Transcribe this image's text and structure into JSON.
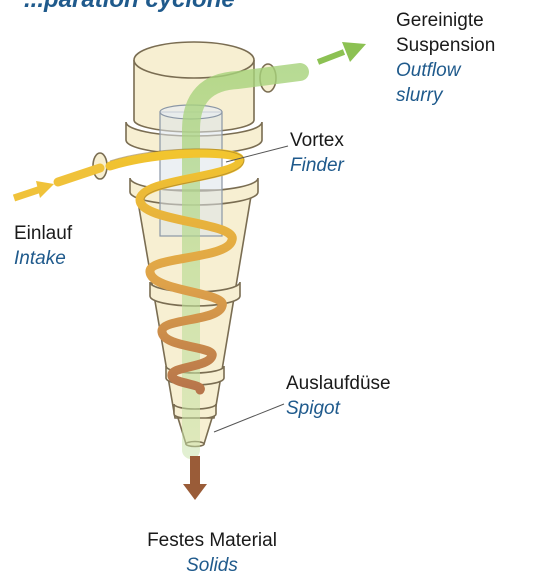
{
  "heading_fragment": "...paration cyclone",
  "colors": {
    "body_fill": "#f7efd2",
    "body_stroke": "#7a6d52",
    "intake_arrow": "#f0c23a",
    "outflow_arrow": "#8cc153",
    "outflow_stream": "#a9d37a",
    "solids_arrow": "#9a5c38",
    "spiral_top": "#f0c030",
    "spiral_bottom": "#b9774a",
    "label_en": "#1f5a8c"
  },
  "labels": {
    "outflow": {
      "de1": "Gereinigte",
      "de2": "Suspension",
      "en1": "Outflow",
      "en2": "slurry"
    },
    "vortex": {
      "de": "Vortex",
      "en": "Finder"
    },
    "intake": {
      "de": "Einlauf",
      "en": "Intake"
    },
    "spigot": {
      "de": "Auslaufdüse",
      "en": "Spigot"
    },
    "solids": {
      "de": "Festes Material",
      "en": "Solids"
    }
  }
}
